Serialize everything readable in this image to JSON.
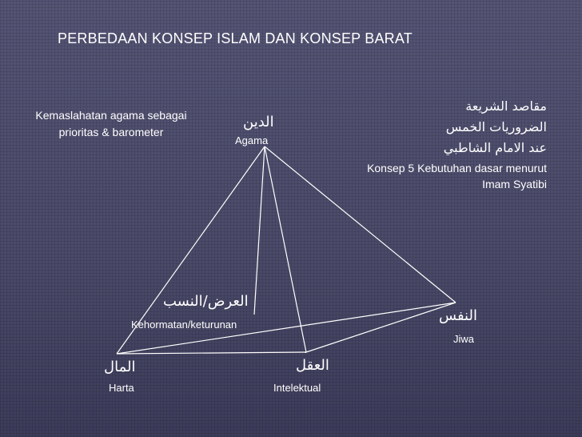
{
  "title": "PERBEDAAN KONSEP ISLAM DAN KONSEP BARAT",
  "left_note": "Kemaslahatan agama sebagai prioritas & barometer",
  "right_note": {
    "arabic_lines": [
      "مقاصد الشريعة",
      "الضروريات الخمس",
      "عند الامام الشاطبي"
    ],
    "latin": "Konsep 5 Kebutuhan dasar menurut Imam Syatibi"
  },
  "nodes": {
    "agama": {
      "arabic": "الدين",
      "latin": "Agama"
    },
    "keturunan": {
      "arabic": "العرض/النسب",
      "latin": "Kehormatan/keturunan"
    },
    "jiwa": {
      "arabic": "النفس",
      "latin": "Jiwa"
    },
    "harta": {
      "arabic": "المال",
      "latin": "Harta"
    },
    "akal": {
      "arabic": "العقل",
      "latin": "Intelektual"
    }
  },
  "colors": {
    "line": "#ffffff",
    "text": "#ffffff",
    "background": "#4e4e6e"
  }
}
